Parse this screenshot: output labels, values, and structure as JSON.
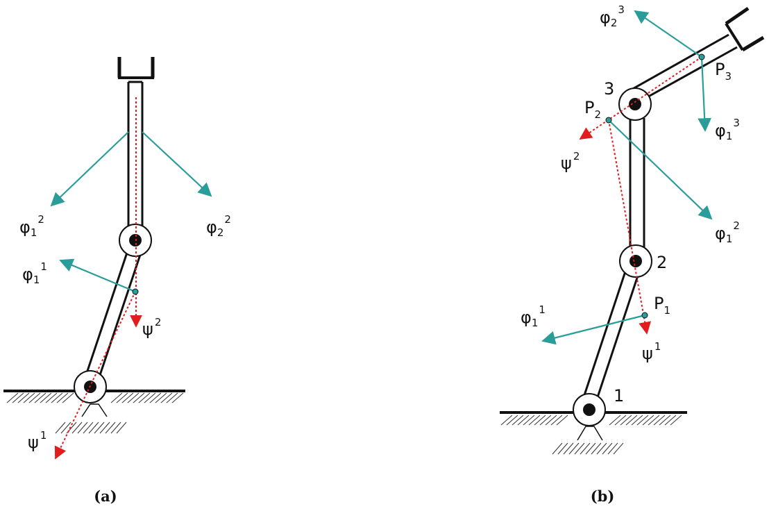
{
  "colors": {
    "vector_teal": "#2a9d9a",
    "vector_red": "#e11d1d",
    "ink": "#111111"
  },
  "panel_a": {
    "caption": "(a)",
    "labels": {
      "phi1_2": {
        "base": "φ",
        "sub": "1",
        "sup": "2"
      },
      "phi2_2": {
        "base": "φ",
        "sub": "2",
        "sup": "2"
      },
      "phi1_1": {
        "base": "φ",
        "sub": "1",
        "sup": "1"
      },
      "psi_2": {
        "base": "ψ",
        "sup": "2"
      },
      "psi_1": {
        "base": "ψ",
        "sup": "1"
      }
    }
  },
  "panel_b": {
    "caption": "(b)",
    "joints": {
      "j1": "1",
      "j2": "2",
      "j3": "3"
    },
    "points": {
      "p1": {
        "base": "P",
        "sub": "1"
      },
      "p2": {
        "base": "P",
        "sub": "2"
      },
      "p3": {
        "base": "P",
        "sub": "3"
      }
    },
    "labels": {
      "phi2_3": {
        "base": "φ",
        "sub": "2",
        "sup": "3"
      },
      "phi1_3": {
        "base": "φ",
        "sub": "1",
        "sup": "3"
      },
      "phi1_2": {
        "base": "φ",
        "sub": "1",
        "sup": "2"
      },
      "phi1_1": {
        "base": "φ",
        "sub": "1",
        "sup": "1"
      },
      "psi_2": {
        "base": "ψ",
        "sup": "2"
      },
      "psi_1": {
        "base": "ψ",
        "sup": "1"
      }
    }
  }
}
